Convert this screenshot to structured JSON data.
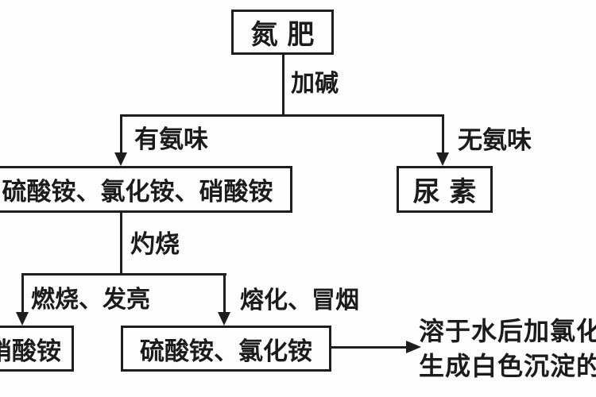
{
  "diagram": {
    "top_box": "氮 肥",
    "edge_add_alkali": "加碱",
    "branch_has_ammonia": "有氨味",
    "branch_no_ammonia": "无氨味",
    "box_three_ammonium_salts": "硫酸铵、氯化铵、硝酸铵",
    "box_urea": "尿 素",
    "edge_ignite": "灼烧",
    "branch_burn_glow": "燃烧、发亮",
    "branch_melt_smoke": "熔化、冒烟",
    "box_ammonium_nitrate": "硝酸铵",
    "box_sulfate_chloride": "硫酸铵、氯化铵",
    "result_line1": "溶于水后加氯化",
    "result_line2": "生成白色沉淀的",
    "colors": {
      "ink": "#1e1e1e",
      "background": "#fdfdfd"
    }
  }
}
